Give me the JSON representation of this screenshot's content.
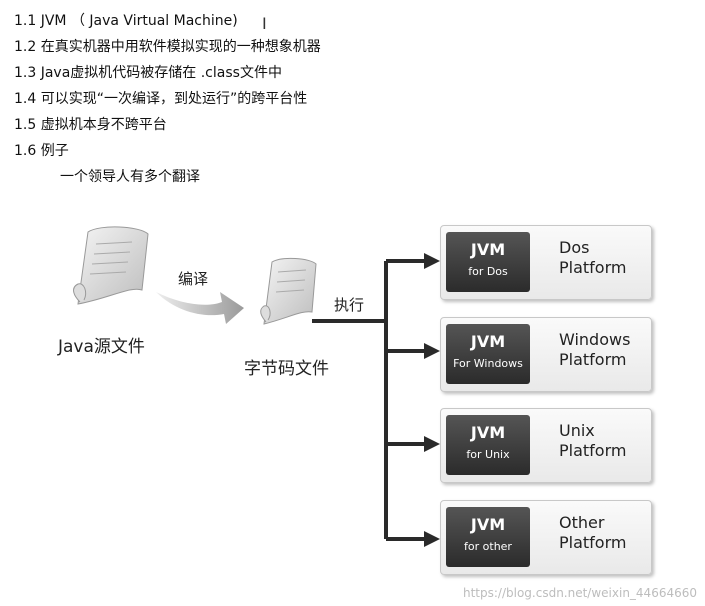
{
  "notes": [
    "1.1 JVM （ Java Virtual Machine)",
    "1.2 在真实机器中用软件模拟实现的一种想象机器",
    "1.3 Java虚拟机代码被存储在 .class文件中",
    "1.4 可以实现“一次编译，到处运行”的跨平台性",
    "1.5 虚拟机本身不跨平台",
    "1.6 例子"
  ],
  "note_example": "一个领导人有多个翻译",
  "diagram": {
    "java_source_label": "Java源文件",
    "compile_label": "编译",
    "bytecode_label": "字节码文件",
    "execute_label": "执行",
    "platforms": [
      {
        "jvm": "JVM",
        "os": "for Dos",
        "line1": "Dos",
        "line2": "Platform"
      },
      {
        "jvm": "JVM",
        "os": "For Windows",
        "line1": "Windows",
        "line2": "Platform"
      },
      {
        "jvm": "JVM",
        "os": "for Unix",
        "line1": "Unix",
        "line2": "Platform"
      },
      {
        "jvm": "JVM",
        "os": "for other",
        "line1": "Other",
        "line2": "Platform"
      }
    ]
  },
  "watermark": "https://blog.csdn.net/weixin_44664660"
}
